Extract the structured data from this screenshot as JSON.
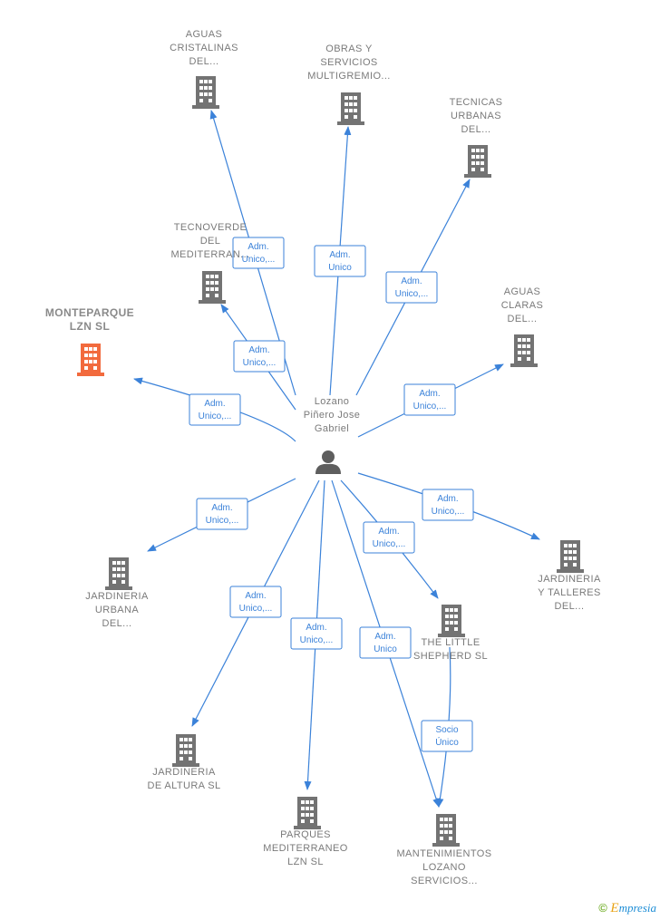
{
  "center": {
    "label": [
      "Lozano",
      "Piñero Jose",
      "Gabriel"
    ],
    "icon": "person-icon"
  },
  "nodes": [
    {
      "id": "aguas-cristalinas",
      "label": [
        "AGUAS",
        "CRISTALINAS",
        "DEL..."
      ],
      "icon": "building-icon",
      "highlight": false
    },
    {
      "id": "obras-servicios",
      "label": [
        "OBRAS Y",
        "SERVICIOS",
        "MULTIGREMIO..."
      ],
      "icon": "building-icon",
      "highlight": false
    },
    {
      "id": "tecnicas-urbanas",
      "label": [
        "TECNICAS",
        "URBANAS",
        "DEL..."
      ],
      "icon": "building-icon",
      "highlight": false
    },
    {
      "id": "tecnoverde",
      "label": [
        "TECNOVERDE",
        "DEL",
        "MEDITERRAN..."
      ],
      "icon": "building-icon",
      "highlight": false
    },
    {
      "id": "aguas-claras",
      "label": [
        "AGUAS",
        "CLARAS",
        "DEL..."
      ],
      "icon": "building-icon",
      "highlight": false
    },
    {
      "id": "monteparque",
      "label": [
        "MONTEPARQUE",
        "LZN  SL"
      ],
      "icon": "building-icon",
      "highlight": true
    },
    {
      "id": "jardineria-urbana",
      "label": [
        "JARDINERIA",
        "URBANA",
        "DEL..."
      ],
      "icon": "building-icon",
      "highlight": false
    },
    {
      "id": "jardineria-talleres",
      "label": [
        "JARDINERIA",
        "Y TALLERES",
        "DEL..."
      ],
      "icon": "building-icon",
      "highlight": false
    },
    {
      "id": "the-little-shepherd",
      "label": [
        "THE LITTLE",
        "SHEPHERD  SL"
      ],
      "icon": "building-icon",
      "highlight": false
    },
    {
      "id": "jardineria-altura",
      "label": [
        "JARDINERIA",
        "DE ALTURA  SL"
      ],
      "icon": "building-icon",
      "highlight": false
    },
    {
      "id": "parques-mediterraneo",
      "label": [
        "PARQUES",
        "MEDITERRANEO",
        "LZN  SL"
      ],
      "icon": "building-icon",
      "highlight": false
    },
    {
      "id": "mantenimientos-lozano",
      "label": [
        "MANTENIMIENTOS",
        "LOZANO",
        "SERVICIOS..."
      ],
      "icon": "building-icon",
      "highlight": false
    }
  ],
  "edges": [
    {
      "from": "center",
      "to": "aguas-cristalinas",
      "label": [
        "Adm.",
        "Unico,..."
      ]
    },
    {
      "from": "center",
      "to": "obras-servicios",
      "label": [
        "Adm.",
        "Unico"
      ]
    },
    {
      "from": "center",
      "to": "tecnicas-urbanas",
      "label": [
        "Adm.",
        "Unico,..."
      ]
    },
    {
      "from": "center",
      "to": "tecnoverde",
      "label": [
        "Adm.",
        "Unico,..."
      ]
    },
    {
      "from": "center",
      "to": "aguas-claras",
      "label": [
        "Adm.",
        "Unico,..."
      ]
    },
    {
      "from": "center",
      "to": "monteparque",
      "label": [
        "Adm.",
        "Unico,..."
      ]
    },
    {
      "from": "center",
      "to": "jardineria-urbana",
      "label": [
        "Adm.",
        "Unico,..."
      ]
    },
    {
      "from": "center",
      "to": "jardineria-talleres",
      "label": [
        "Adm.",
        "Unico,..."
      ]
    },
    {
      "from": "center",
      "to": "the-little-shepherd",
      "label": [
        "Adm.",
        "Unico,..."
      ]
    },
    {
      "from": "center",
      "to": "jardineria-altura",
      "label": [
        "Adm.",
        "Unico,..."
      ]
    },
    {
      "from": "center",
      "to": "parques-mediterraneo",
      "label": [
        "Adm.",
        "Unico,..."
      ]
    },
    {
      "from": "center",
      "to": "mantenimientos-lozano",
      "label": [
        "Adm.",
        "Unico"
      ]
    },
    {
      "from": "the-little-shepherd",
      "to": "mantenimientos-lozano",
      "label": [
        "Socio",
        "Único"
      ]
    }
  ],
  "colors": {
    "edge": "#3b82d9",
    "node": "#737373",
    "highlight": "#f26a3d",
    "text": "#7a7a7a"
  },
  "footer": {
    "copyright_symbol": "©",
    "brand_initial": "E",
    "brand_rest": "mpresia"
  }
}
